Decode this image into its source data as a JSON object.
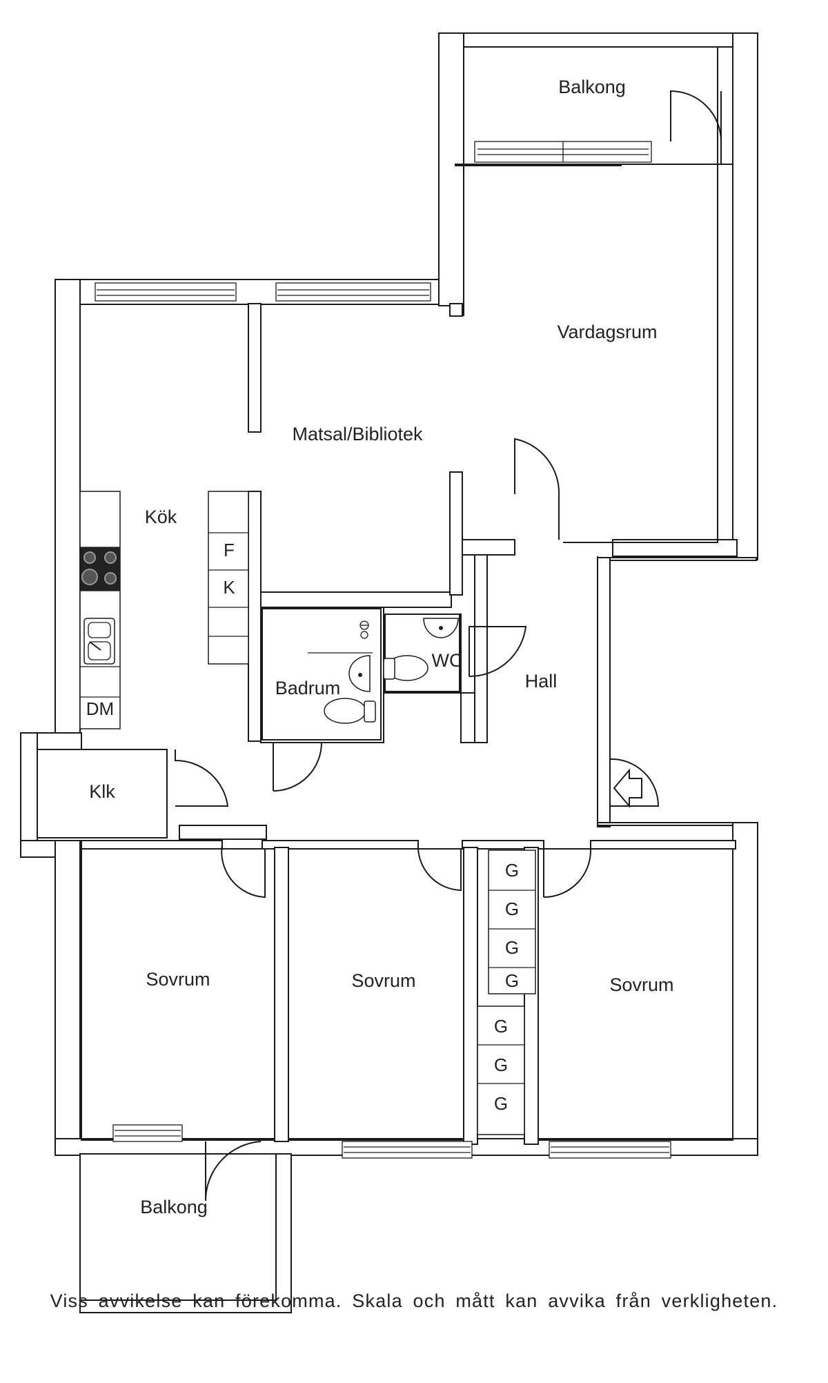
{
  "rooms": {
    "balkong_top": "Balkong",
    "vardagsrum": "Vardagsrum",
    "matsal": "Matsal/Bibliotek",
    "kok": "Kök",
    "badrum": "Badrum",
    "wc": "WC",
    "hall": "Hall",
    "klk": "Klk",
    "sovrum_1": "Sovrum",
    "sovrum_2": "Sovrum",
    "sovrum_3": "Sovrum",
    "balkong_bottom": "Balkong"
  },
  "fixtures": {
    "fridge": "F",
    "freezer": "K",
    "dishwasher": "DM",
    "wardrobes_upper": [
      "G",
      "G",
      "G",
      "G"
    ],
    "wardrobes_lower": [
      "G",
      "G",
      "G"
    ]
  },
  "icons": [
    "stove-icon",
    "sink-icon",
    "toilet-icon",
    "washbasin-icon",
    "entrance-arrow-icon",
    "door-swing-icon"
  ],
  "disclaimer": "Viss avvikelse kan förekomma. Skala och mått kan avvika från verkligheten."
}
